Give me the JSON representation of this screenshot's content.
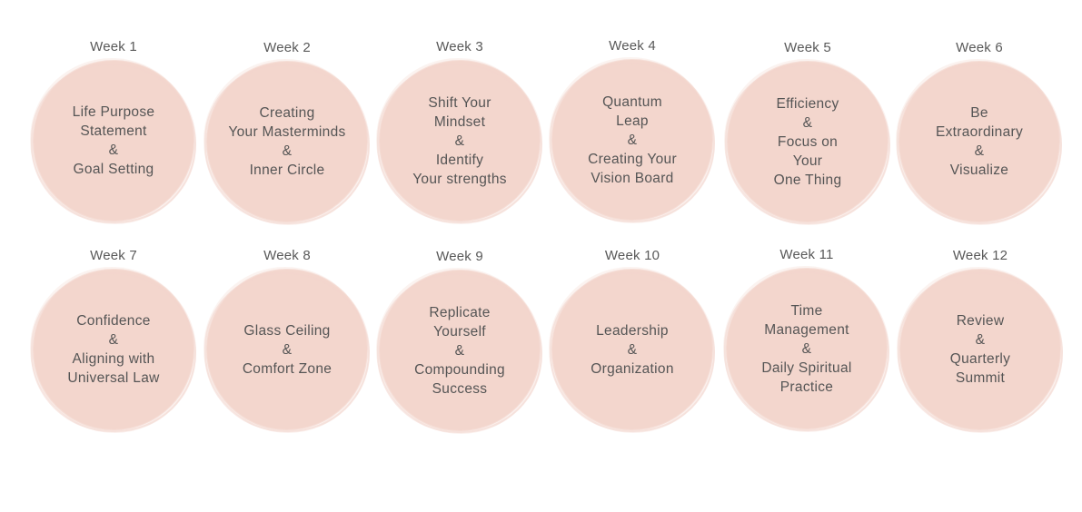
{
  "weeks": [
    {
      "title": "Week 1",
      "text": "Life Purpose\nStatement\n&\nGoal Setting"
    },
    {
      "title": "Week 2",
      "text": "Creating\nYour Masterminds\n&\nInner Circle"
    },
    {
      "title": "Week 3",
      "text": "Shift Your\nMindset\n&\nIdentify\nYour strengths"
    },
    {
      "title": "Week 4",
      "text": "Quantum\nLeap\n&\nCreating Your\nVision Board"
    },
    {
      "title": "Week 5",
      "text": "Efficiency\n&\nFocus on\nYour\nOne Thing"
    },
    {
      "title": "Week 6",
      "text": "Be\nExtraordinary\n&\nVisualize"
    },
    {
      "title": "Week 7",
      "text": "Confidence\n&\nAligning with\nUniversal Law"
    },
    {
      "title": "Week 8",
      "text": "Glass Ceiling\n&\nComfort Zone"
    },
    {
      "title": "Week 9",
      "text": "Replicate\nYourself\n&\nCompounding\nSuccess"
    },
    {
      "title": "Week 10",
      "text": "Leadership\n&\nOrganization"
    },
    {
      "title": "Week 11",
      "text": "Time\nManagement\n&\nDaily Spiritual\nPractice"
    },
    {
      "title": "Week 12",
      "text": "Review\n&\nQuarterly\nSummit"
    }
  ],
  "colors": {
    "circle_fill": "#f3d6cd",
    "text": "#555555",
    "title": "#595959"
  }
}
